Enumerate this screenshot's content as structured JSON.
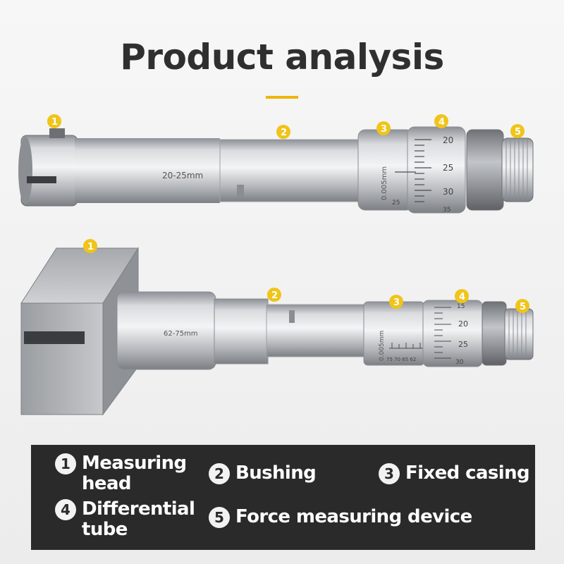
{
  "title": "Product analysis",
  "colors": {
    "accent": "#f0b400",
    "panel": "#2a2a2a",
    "marker": "#f0c419"
  },
  "micrometer_top": {
    "range_label": "20-25mm",
    "resolution_label": "0.005mm",
    "scale_numbers": [
      "20",
      "25",
      "30",
      "35"
    ],
    "side_number": "25",
    "markers": [
      "1",
      "2",
      "3",
      "4",
      "5"
    ]
  },
  "micrometer_bottom": {
    "range_label": "62-75mm",
    "resolution_label": "0.005mm",
    "scale_numbers": [
      "15",
      "20",
      "25",
      "30"
    ],
    "side_numbers": "75  70  65  62",
    "markers": [
      "1",
      "2",
      "3",
      "4",
      "5"
    ]
  },
  "legend": [
    {
      "number": "1",
      "line1": "Measuring",
      "line2": "head"
    },
    {
      "number": "2",
      "line1": "Bushing",
      "line2": ""
    },
    {
      "number": "3",
      "line1": "Fixed casing",
      "line2": ""
    },
    {
      "number": "4",
      "line1": "Differential",
      "line2": "tube"
    },
    {
      "number": "5",
      "line1": "Force measuring device",
      "line2": ""
    }
  ]
}
